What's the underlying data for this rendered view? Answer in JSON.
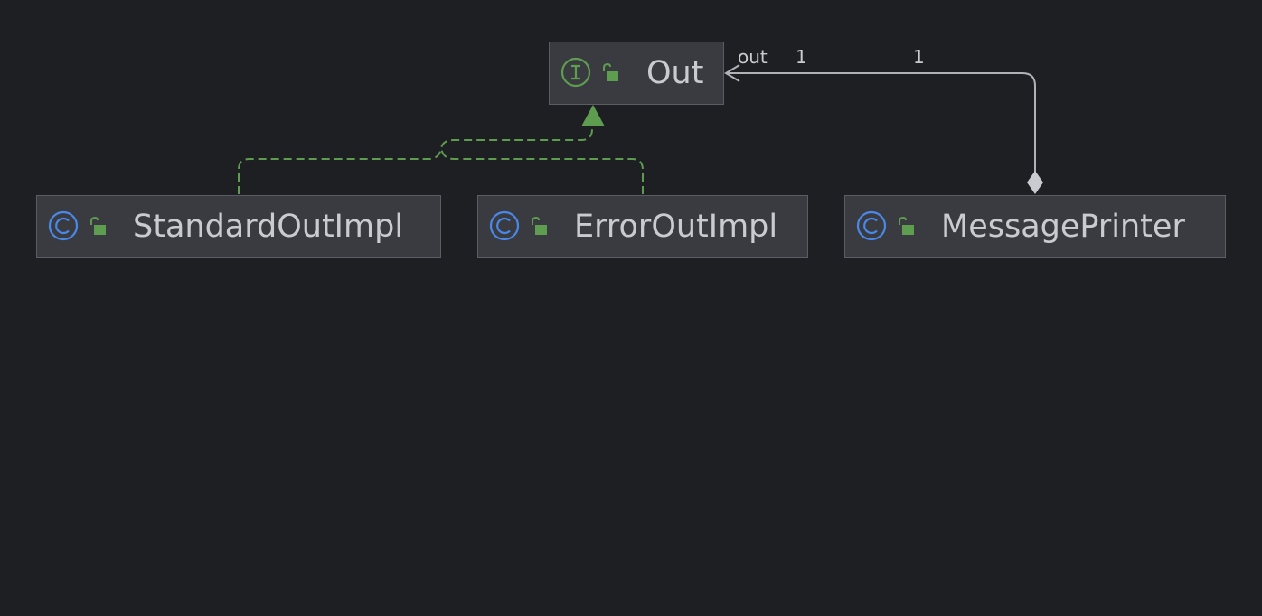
{
  "colors": {
    "background": "#1e1f22",
    "node_fill": "#393b40",
    "node_border": "#5a5d63",
    "text": "#c9cbd1",
    "interface_green": "#5e9c4f",
    "class_blue": "#4a88e8",
    "association_gray": "#b0b2b8"
  },
  "nodes": {
    "out": {
      "name": "Out",
      "kind": "interface",
      "kind_icon": "interface-icon",
      "visibility_icon": "public-lock-icon"
    },
    "standard": {
      "name": "StandardOutImpl",
      "kind": "class",
      "kind_icon": "class-icon",
      "visibility_icon": "public-lock-icon"
    },
    "error": {
      "name": "ErrorOutImpl",
      "kind": "class",
      "kind_icon": "class-icon",
      "visibility_icon": "public-lock-icon"
    },
    "printer": {
      "name": "MessagePrinter",
      "kind": "class",
      "kind_icon": "class-icon",
      "visibility_icon": "public-lock-icon"
    }
  },
  "edges": {
    "realization": {
      "type": "realization",
      "from": [
        "StandardOutImpl",
        "ErrorOutImpl"
      ],
      "to": "Out"
    },
    "composition": {
      "type": "composition",
      "from": "MessagePrinter",
      "to": "Out",
      "role": "out",
      "target_multiplicity": "1",
      "source_multiplicity": "1"
    }
  }
}
